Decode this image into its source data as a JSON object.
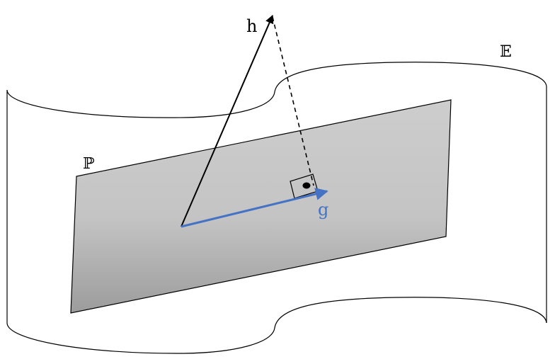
{
  "labels": {
    "h": "h",
    "g": "g",
    "P": "ℙ",
    "E": "𝔼"
  },
  "colors": {
    "g_vector": "#4472c4",
    "plane_top": "#c8c8c8",
    "plane_bottom": "#9a9a9a",
    "stroke": "#000000"
  }
}
